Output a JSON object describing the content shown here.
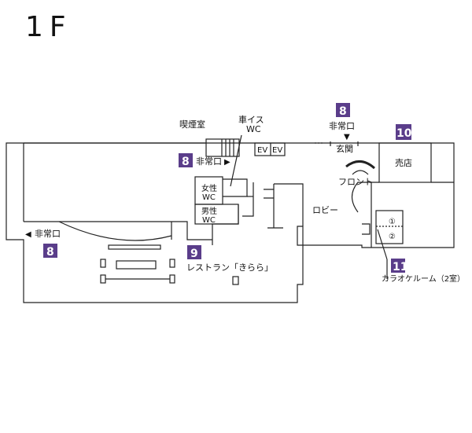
{
  "floor": "1F",
  "colors": {
    "badge": "#5a3d8a",
    "line": "#222222",
    "background": "#ffffff"
  },
  "labels": {
    "smoking_room": "喫煙室",
    "wheelchair_wc_line1": "車イス",
    "wheelchair_wc_line2": "WC",
    "emergency_exit": "非常口",
    "entrance": "玄関",
    "shop": "売店",
    "front": "フロント",
    "lobby": "ロビー",
    "womens_wc_line1": "女性",
    "womens_wc_line2": "WC",
    "mens_wc_line1": "男性",
    "mens_wc_line2": "WC",
    "elevator_1": "EV",
    "elevator_2": "EV",
    "restaurant": "レストラン「きらら」",
    "karaoke": "カラオケルーム（2室）",
    "karaoke_room_1": "①",
    "karaoke_room_2": "②"
  },
  "arrows": {
    "right": "▶",
    "left": "◀",
    "down": "▼"
  },
  "badges": {
    "exit_center": "8",
    "exit_top": "8",
    "exit_left": "8",
    "restaurant": "9",
    "shop": "10",
    "karaoke": "11"
  }
}
